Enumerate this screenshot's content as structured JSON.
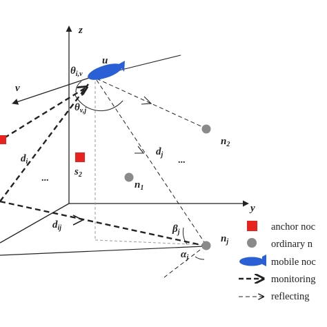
{
  "axes": {
    "z": "z",
    "y": "y",
    "v": "v"
  },
  "nodes": {
    "u": "u",
    "n2": {
      "main": "n",
      "sub": "2"
    },
    "n1": {
      "main": "n",
      "sub": "1"
    },
    "s2": {
      "main": "s",
      "sub": "2"
    },
    "nj": {
      "main": "n",
      "sub": "j"
    }
  },
  "distances": {
    "di": {
      "main": "d",
      "sub": "i"
    },
    "dj": {
      "main": "d",
      "sub": "j"
    },
    "dij": {
      "main": "d",
      "sub": "ij"
    }
  },
  "angles": {
    "theta_iv": {
      "main": "θ",
      "sub": "i,v"
    },
    "theta_vj": {
      "main": "θ",
      "sub": "v,j"
    },
    "beta_j": {
      "main": "β",
      "sub": "j"
    },
    "alpha_j": {
      "main": "α",
      "sub": "j"
    }
  },
  "ellipsis": "...",
  "legend": [
    {
      "marker": "red-square",
      "label": "anchor noc"
    },
    {
      "marker": "gray-circle",
      "label": "ordinary n"
    },
    {
      "marker": "blue-ellipse",
      "label": "mobile noc"
    },
    {
      "marker": "bold-dashed-arrow",
      "label": "monitoring"
    },
    {
      "marker": "thin-dashed-arrow",
      "label": "reflecting"
    }
  ],
  "colors": {
    "anchor": "#e8231f",
    "ordinary": "#8a8a8a",
    "mobile": "#2a5fd6",
    "line": "#222222"
  }
}
